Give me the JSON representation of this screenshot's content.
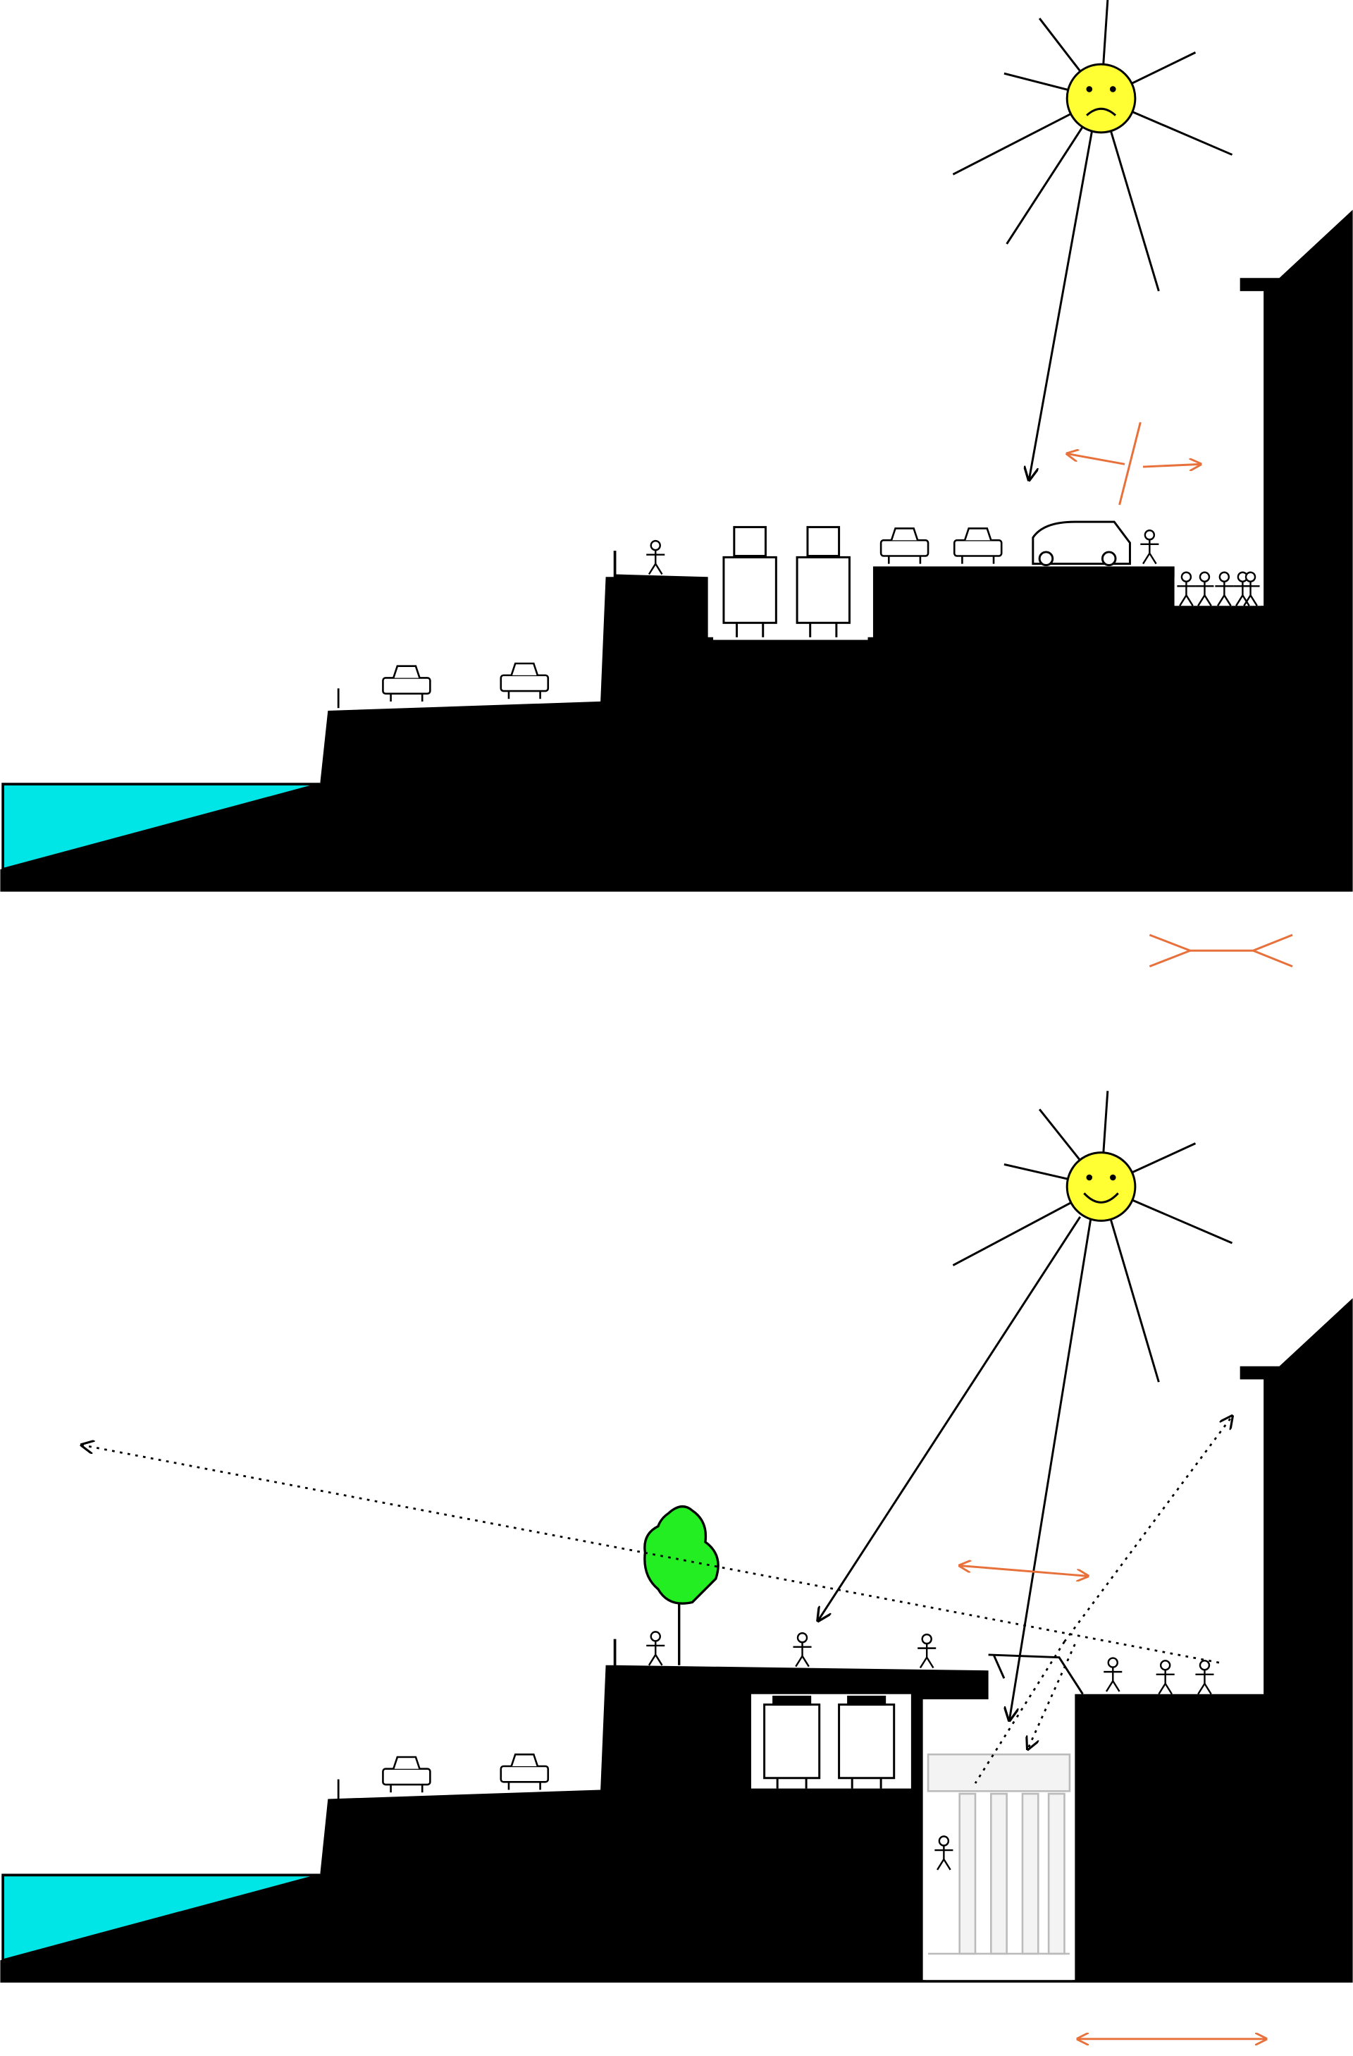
{
  "diagram": {
    "panels": [
      {
        "id": "before",
        "sun_mood": "sad",
        "orange_indicator": "narrow",
        "features": [
          "water",
          "lower-road",
          "upper-road",
          "train-tracks",
          "street",
          "sidewalk",
          "building"
        ]
      },
      {
        "id": "after",
        "sun_mood": "happy",
        "orange_indicator": "wide",
        "features": [
          "water",
          "lower-road",
          "covered-tracks",
          "plaza",
          "tree",
          "escalator-well",
          "sidewalk",
          "building"
        ]
      }
    ],
    "colors": {
      "ground": "#000000",
      "water": "#00e5e5",
      "sun": "#ffff33",
      "tree": "#22ee22",
      "indicator": "#e8703a",
      "background": "#ffffff"
    }
  }
}
